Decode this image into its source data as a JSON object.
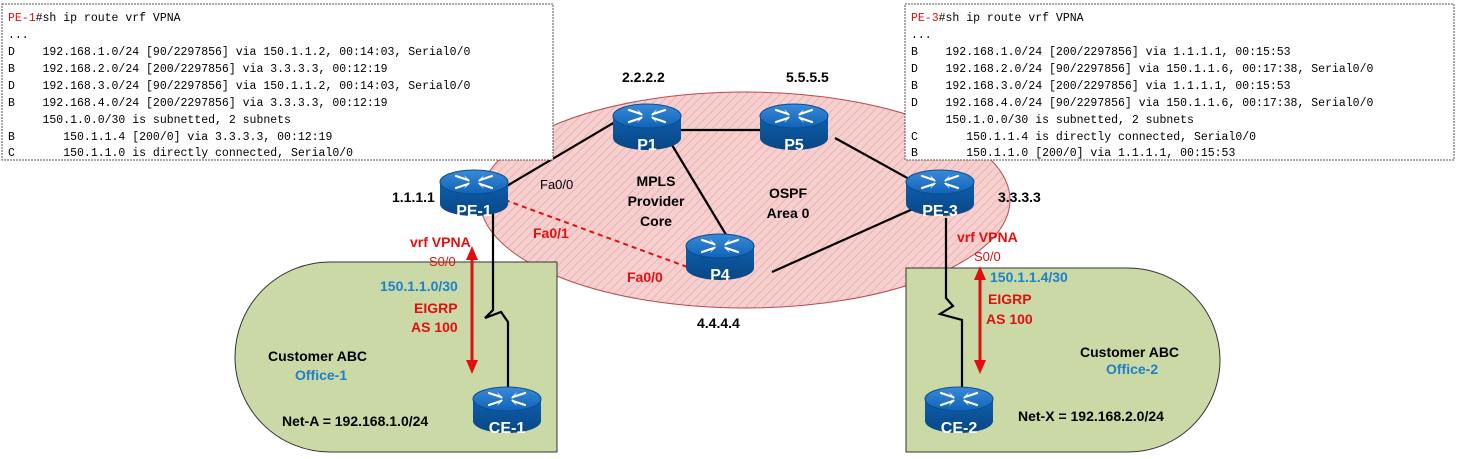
{
  "terminals": {
    "pe1": {
      "host": "PE-1",
      "command": "#sh ip route vrf VPNA",
      "lines": [
        "...",
        "D    192.168.1.0/24 [90/2297856] via 150.1.1.2, 00:14:03, Serial0/0",
        "B    192.168.2.0/24 [200/2297856] via 3.3.3.3, 00:12:19",
        "D    192.168.3.0/24 [90/2297856] via 150.1.1.2, 00:14:03, Serial0/0",
        "B    192.168.4.0/24 [200/2297856] via 3.3.3.3, 00:12:19",
        "     150.1.0.0/30 is subnetted, 2 subnets",
        "B       150.1.1.4 [200/0] via 3.3.3.3, 00:12:19",
        "C       150.1.1.0 is directly connected, Serial0/0"
      ]
    },
    "pe3": {
      "host": "PE-3",
      "command": "#sh ip route vrf VPNA",
      "lines": [
        "...",
        "B    192.168.1.0/24 [200/2297856] via 1.1.1.1, 00:15:53",
        "D    192.168.2.0/24 [90/2297856] via 150.1.1.6, 00:17:38, Serial0/0",
        "B    192.168.3.0/24 [200/2297856] via 1.1.1.1, 00:15:53",
        "D    192.168.4.0/24 [90/2297856] via 150.1.1.6, 00:17:38, Serial0/0",
        "     150.1.0.0/30 is subnetted, 2 subnets",
        "C       150.1.1.4 is directly connected, Serial0/0",
        "B       150.1.1.0 [200/0] via 1.1.1.1, 00:15:53"
      ]
    }
  },
  "routers": {
    "p1": {
      "name": "P1",
      "address": "2.2.2.2"
    },
    "p5": {
      "name": "P5",
      "address": "5.5.5.5"
    },
    "pe1": {
      "name": "PE-1",
      "address": "1.1.1.1"
    },
    "pe3": {
      "name": "PE-3",
      "address": "3.3.3.3"
    },
    "p4": {
      "name": "P4",
      "address": "4.4.4.4"
    },
    "ce1": {
      "name": "CE-1"
    },
    "ce2": {
      "name": "CE-2"
    }
  },
  "core": {
    "mpls": [
      "MPLS",
      "Provider",
      "Core"
    ],
    "ospf": [
      "OSPF",
      "Area 0"
    ]
  },
  "interfaces": {
    "pe1_fa00": "Fa0/0",
    "pe1_fa01": "Fa0/1",
    "p4_fa00": "Fa0/0"
  },
  "left": {
    "vrf": "vrf VPNA",
    "serial": "S0/0",
    "subnet": "150.1.1.0/30",
    "eigrp": [
      "EIGRP",
      "AS 100"
    ],
    "customer": "Customer ABC",
    "office": "Office-1",
    "net": "Net-A = 192.168.1.0/24"
  },
  "right": {
    "vrf": "vrf VPNA",
    "serial": "S0/0",
    "subnet": "150.1.1.4/30",
    "eigrp": [
      "EIGRP",
      "AS 100"
    ],
    "customer": "Customer ABC",
    "office": "Office-2",
    "net": "Net-X = 192.168.2.0/24"
  },
  "colors": {
    "router_blue": "#1063b8",
    "core_fill": "#f3c2c2",
    "site_fill": "#cad9a6",
    "accent_red": "#e01010",
    "accent_blue": "#1f7fc8"
  }
}
